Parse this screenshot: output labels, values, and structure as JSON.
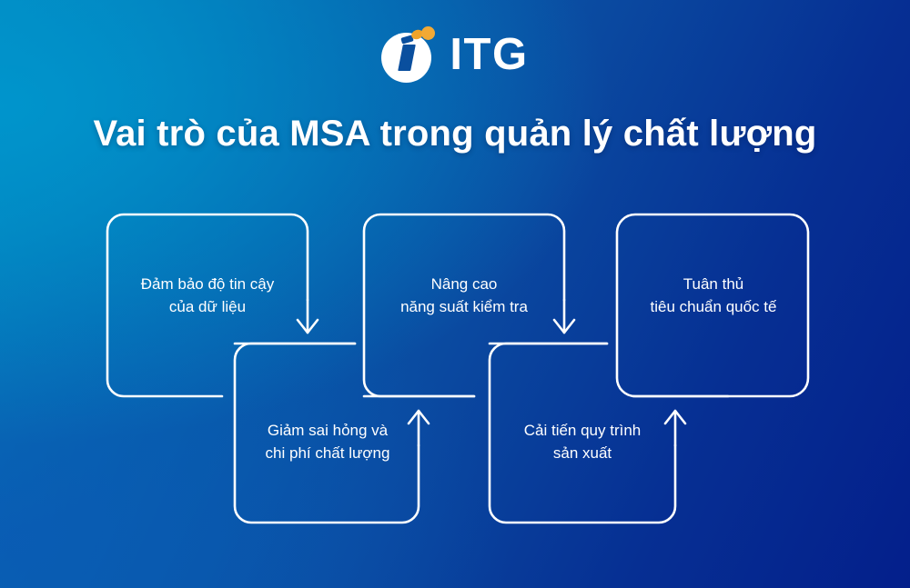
{
  "brand": {
    "logo_icon": "itg-circle-i-logo",
    "wordmark": "ITG",
    "accent_color": "#f2a935",
    "logo_blue": "#0a4f9e"
  },
  "header": {
    "title": "Vai trò của MSA trong quản lý chất lượng"
  },
  "background": {
    "gradient_from": "#0385be",
    "gradient_mid": "#0a49a0",
    "gradient_to": "#041f8b"
  },
  "diagram": {
    "type": "serpentine-flow",
    "stroke_color": "#ffffff",
    "nodes": [
      {
        "id": 1,
        "row": "top",
        "label": "Đảm bảo độ tin cậy\ncủa dữ liệu"
      },
      {
        "id": 2,
        "row": "bottom",
        "label": "Giảm sai hỏng và\nchi phí chất lượng"
      },
      {
        "id": 3,
        "row": "top",
        "label": "Nâng cao\nnăng suất kiểm tra"
      },
      {
        "id": 4,
        "row": "bottom",
        "label": "Cải tiến quy trình\nsản xuất"
      },
      {
        "id": 5,
        "row": "top",
        "label": "Tuân thủ\ntiêu chuẩn quốc tế"
      }
    ],
    "connectors": [
      {
        "from": 1,
        "to": 2,
        "arrow": "down"
      },
      {
        "from": 2,
        "to": 3,
        "arrow": "up"
      },
      {
        "from": 3,
        "to": 4,
        "arrow": "down"
      },
      {
        "from": 4,
        "to": 5,
        "arrow": "up"
      }
    ]
  }
}
